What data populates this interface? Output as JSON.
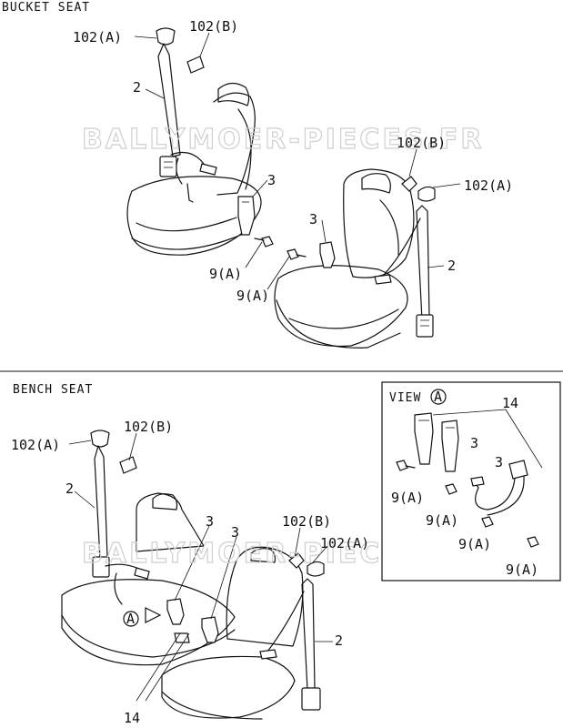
{
  "sections": {
    "bucket_title": "BUCKET SEAT",
    "bench_title": "BENCH SEAT",
    "view_title": "VIEW"
  },
  "watermark": "BALLYMOER-PIECES.FR",
  "view_ref": "A",
  "callouts": {
    "b_102a_left": "102(A)",
    "b_102b_left": "102(B)",
    "b_2_left": "2",
    "b_3_left": "3",
    "b_9a_1": "9(A)",
    "b_9a_2": "9(A)",
    "b_3_right": "3",
    "b_102b_right": "102(B)",
    "b_102a_right": "102(A)",
    "b_2_right": "2",
    "n_102a_left": "102(A)",
    "n_102b_left": "102(B)",
    "n_2_left": "2",
    "n_3_a": "3",
    "n_3_b": "3",
    "n_102b_right": "102(B)",
    "n_102a_right": "102(A)",
    "n_2_right": "2",
    "n_14": "14",
    "v_14": "14",
    "v_3_a": "3",
    "v_3_b": "3",
    "v_9a_1": "9(A)",
    "v_9a_2": "9(A)",
    "v_9a_3": "9(A)",
    "v_9a_4": "9(A)"
  }
}
